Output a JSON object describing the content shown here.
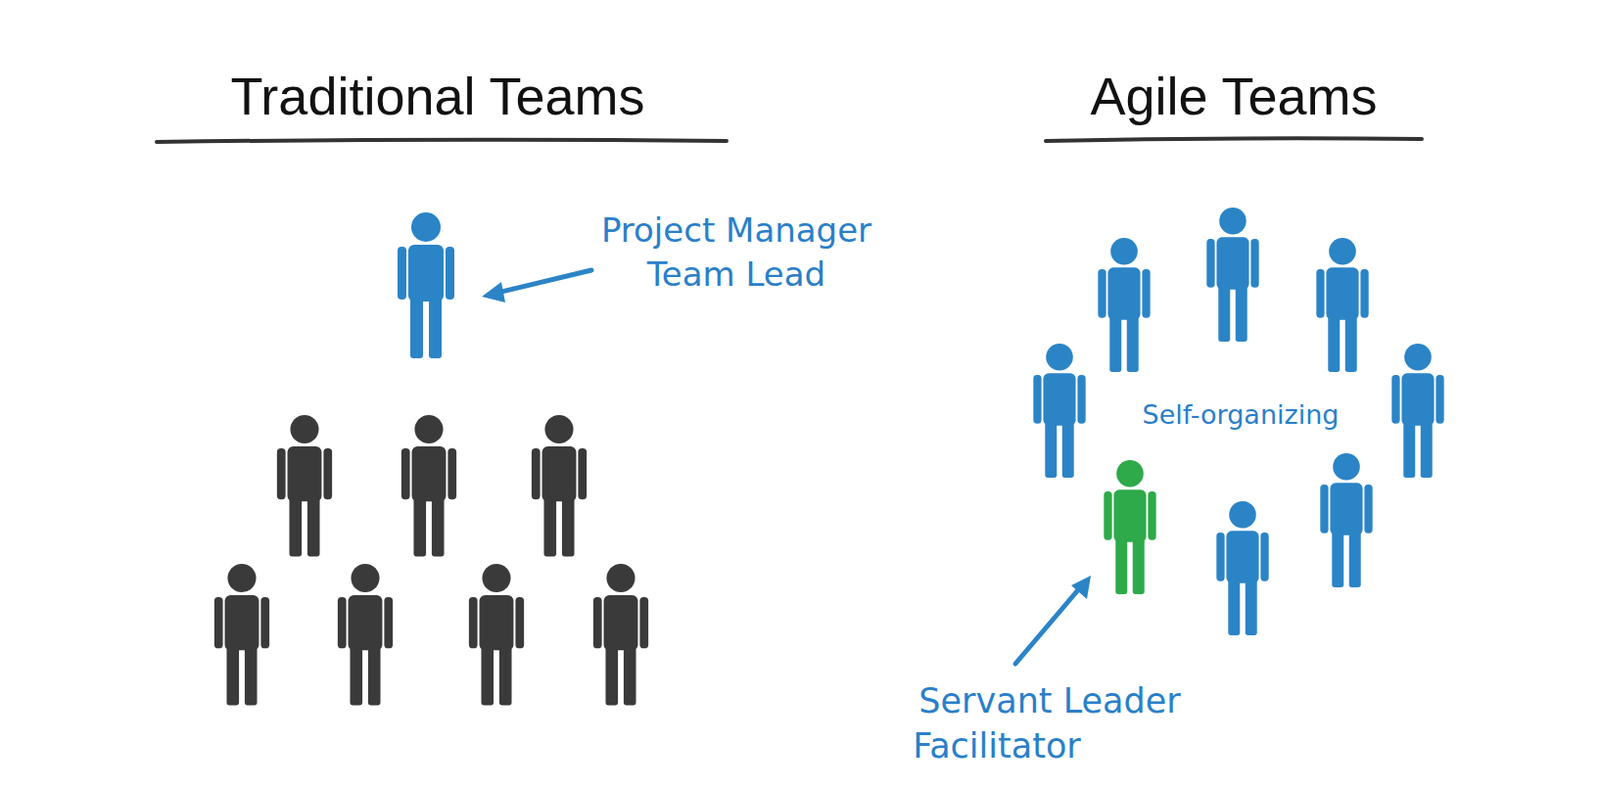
{
  "diagram": {
    "labels": [
      "Traditional Teams",
      "Agile Teams",
      "Project Manager",
      "Team Lead",
      "Self-organizing",
      "Servant Leader",
      "Facilitator"
    ]
  }
}
